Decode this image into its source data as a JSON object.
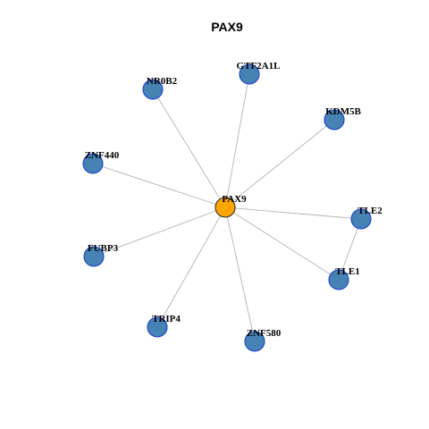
{
  "title": "PAX9",
  "colors": {
    "center_fill": "#FFA500",
    "center_stroke": "#2b2b2b",
    "node_fill": "#4682B4",
    "node_stroke": "#1e3fd6",
    "edge": "#b4b4b4"
  },
  "nodes": [
    {
      "id": "PAX9",
      "label": "PAX9",
      "role": "center"
    },
    {
      "id": "GTF2A1L",
      "label": "GTF2A1L",
      "role": "neighbor"
    },
    {
      "id": "NR0B2",
      "label": "NR0B2",
      "role": "neighbor"
    },
    {
      "id": "KDM5B",
      "label": "KDM5B",
      "role": "neighbor"
    },
    {
      "id": "ZNF440",
      "label": "ZNF440",
      "role": "neighbor"
    },
    {
      "id": "TLE2",
      "label": "TLE2",
      "role": "neighbor"
    },
    {
      "id": "FUBP3",
      "label": "FUBP3",
      "role": "neighbor"
    },
    {
      "id": "TLE1",
      "label": "TLE1",
      "role": "neighbor"
    },
    {
      "id": "TRIP4",
      "label": "TRIP4",
      "role": "neighbor"
    },
    {
      "id": "ZNF580",
      "label": "ZNF580",
      "role": "neighbor"
    }
  ],
  "edges": [
    [
      "PAX9",
      "GTF2A1L"
    ],
    [
      "PAX9",
      "NR0B2"
    ],
    [
      "PAX9",
      "KDM5B"
    ],
    [
      "PAX9",
      "ZNF440"
    ],
    [
      "PAX9",
      "TLE2"
    ],
    [
      "PAX9",
      "FUBP3"
    ],
    [
      "PAX9",
      "TLE1"
    ],
    [
      "PAX9",
      "TRIP4"
    ],
    [
      "PAX9",
      "ZNF580"
    ],
    [
      "TLE2",
      "TLE1"
    ]
  ]
}
